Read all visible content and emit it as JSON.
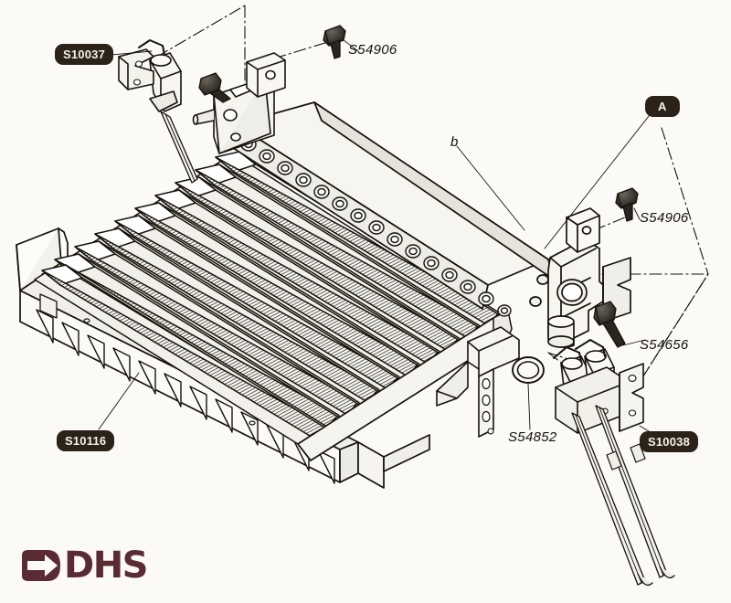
{
  "diagram": {
    "type": "exploded-parts-view",
    "subject": "Gas burner and finned heat exchanger assembly",
    "background_color": "#fbfaf7",
    "line_color": "#16120c",
    "badge_color": "#2b2319",
    "badge_text_color": "#f4f1e8"
  },
  "callouts": {
    "ignitor_electrode": {
      "label": "S10037",
      "style": "badge"
    },
    "bolt_top": {
      "label": "S54906",
      "style": "plain-italic"
    },
    "assembly_group": {
      "label": "A",
      "style": "badge"
    },
    "manifold_detail": {
      "label": "b",
      "style": "plain-italic"
    },
    "bolt_right": {
      "label": "S54906",
      "style": "plain-italic"
    },
    "bolt_lower_right": {
      "label": "S54656",
      "style": "plain-italic"
    },
    "oring": {
      "label": "S54852",
      "style": "plain-italic"
    },
    "twin_electrode": {
      "label": "S10038",
      "style": "badge"
    },
    "burner_tray": {
      "label": "S10116",
      "style": "badge"
    }
  },
  "logo": {
    "wordmark": "DHS",
    "mark_icon": "arrow-right-in-rounded-square-icon",
    "color": "#5b2b33"
  }
}
